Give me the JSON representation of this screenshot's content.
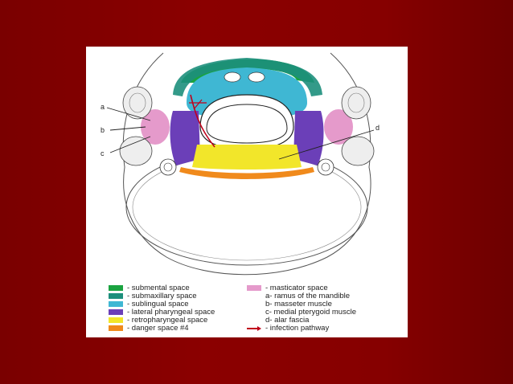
{
  "diagram": {
    "labels": {
      "a": "a",
      "b": "b",
      "c": "c",
      "d": "d"
    }
  },
  "legend": {
    "left": [
      {
        "color": "#1aa340",
        "text": "- submental space"
      },
      {
        "color": "#1d8f7c",
        "text": "- submaxillary space"
      },
      {
        "color": "#3fb7d3",
        "text": "- sublingual space"
      },
      {
        "color": "#6b3fb8",
        "text": "- lateral pharyngeal space"
      },
      {
        "color": "#f2e62a",
        "text": "- retropharyngeal space"
      },
      {
        "color": "#f08a1c",
        "text": "- danger space #4"
      }
    ],
    "right": [
      {
        "color": "#e59acb",
        "text": "- masticator space"
      },
      {
        "color": null,
        "text": "a- ramus of the mandible"
      },
      {
        "color": null,
        "text": "b- masseter muscle"
      },
      {
        "color": null,
        "text": "c- medial pterygoid muscle"
      },
      {
        "color": null,
        "text": "d- alar fascia"
      },
      {
        "color": "arrow",
        "text": "- infection pathway"
      }
    ]
  }
}
